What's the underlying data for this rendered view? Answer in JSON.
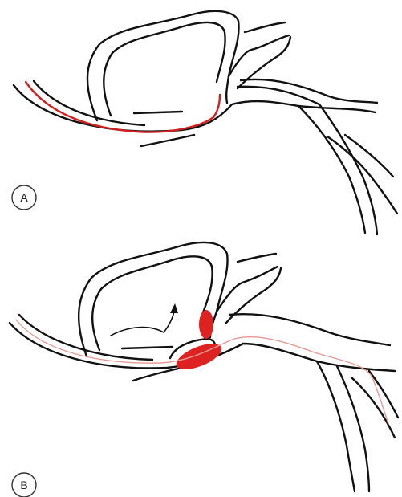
{
  "panels": [
    {
      "id": "A",
      "label": "A"
    },
    {
      "id": "B",
      "label": "B"
    }
  ],
  "colors": {
    "vessel_outline": "#111111",
    "guidewire_panel_a": "#d21f1f",
    "guidewire_panel_b": "#e39a95",
    "balloon": "#dd2222",
    "label_circle_stroke": "#333333"
  }
}
